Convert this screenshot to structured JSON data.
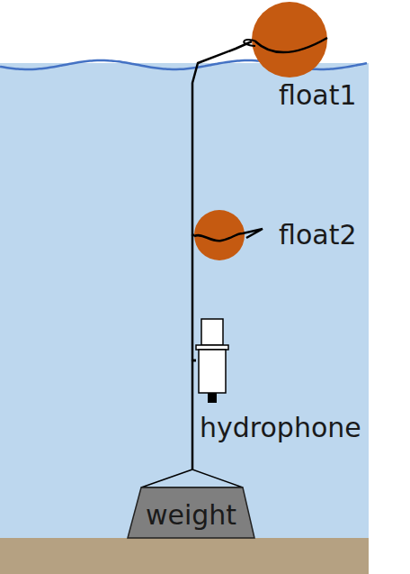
{
  "diagram": {
    "nodes": [
      {
        "text": [
          "float1"
        ]
      },
      {
        "text": [
          "float2"
        ]
      },
      {
        "text": [
          "hydrophone"
        ]
      },
      {
        "text": [
          "weight"
        ]
      }
    ],
    "edges": [
      {
        "from": 0,
        "to": 1,
        "arrow": "none"
      },
      {
        "from": 1,
        "to": 2,
        "arrow": "none"
      },
      {
        "from": 2,
        "to": 3,
        "arrow": "none"
      }
    ]
  }
}
